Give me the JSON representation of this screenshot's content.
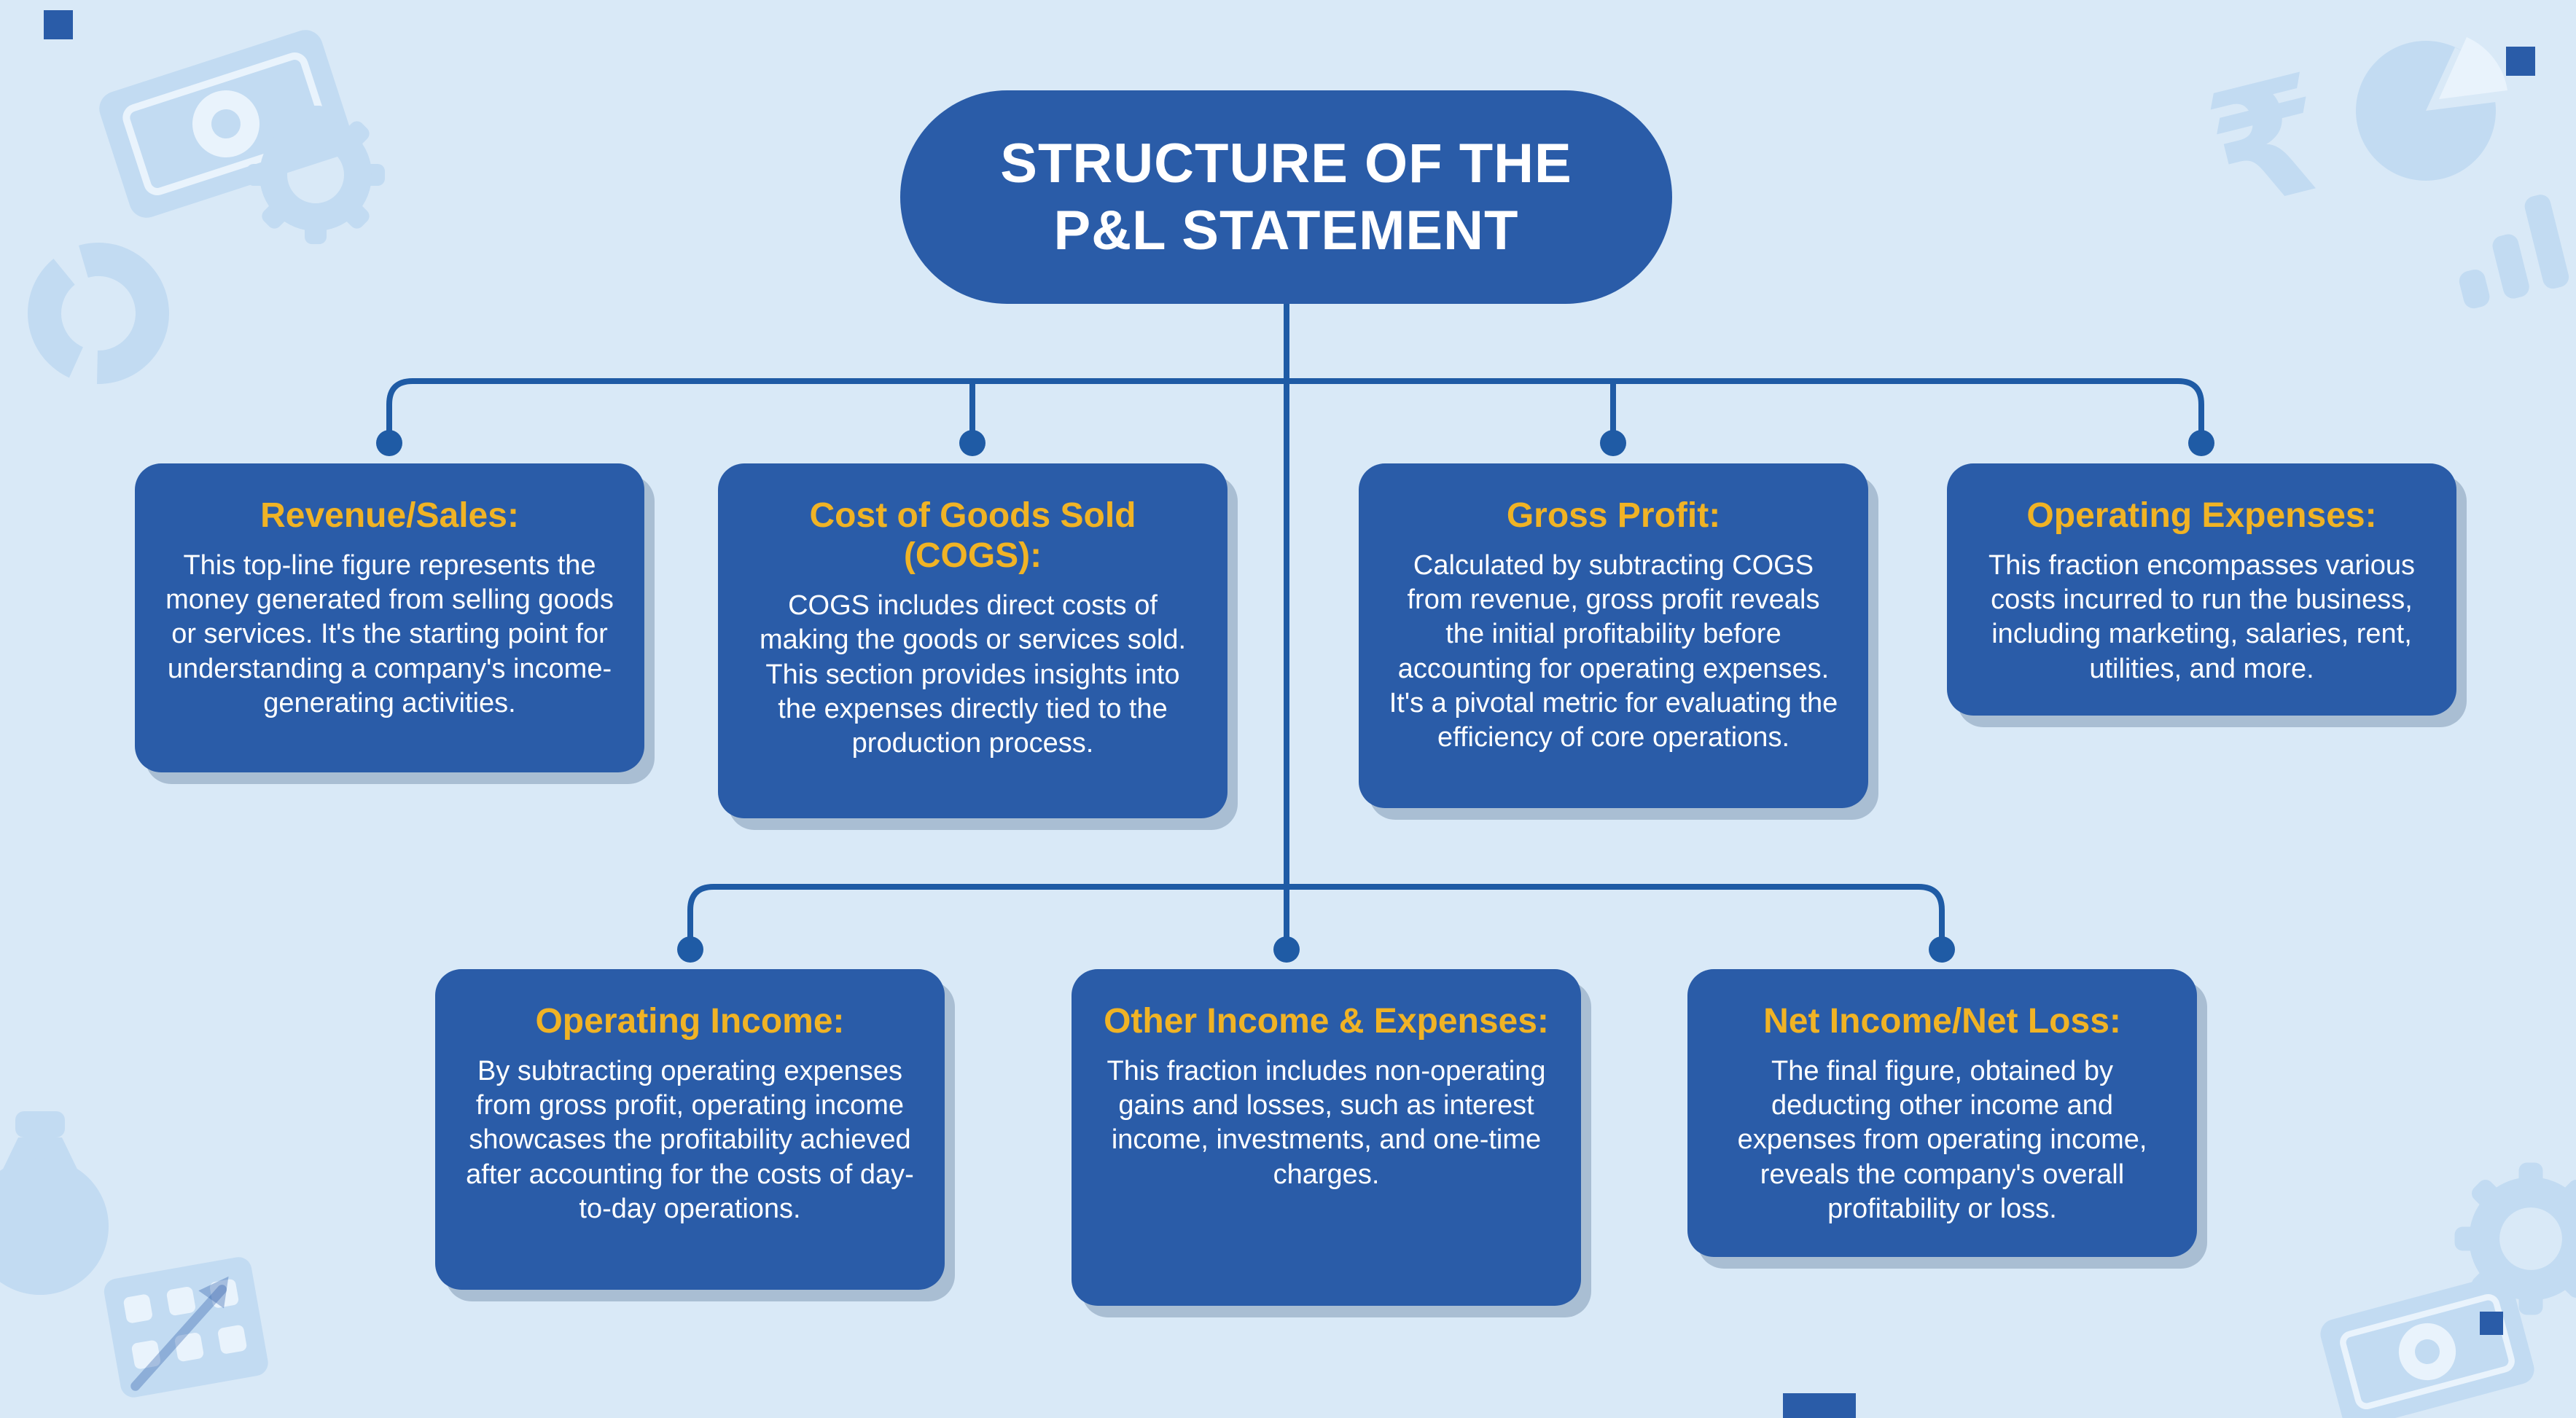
{
  "title": {
    "line1": "STRUCTURE OF THE",
    "line2": "P&L STATEMENT"
  },
  "nodes": [
    {
      "heading": "Revenue/Sales:",
      "body": "This top-line figure represents the money generated from selling goods or services. It's the starting point for understanding a company's income-generating activities."
    },
    {
      "heading": "Cost of Goods Sold (COGS):",
      "body": "COGS includes direct costs of making the goods or services sold. This section provides insights into the expenses directly tied to the production process."
    },
    {
      "heading": "Gross Profit:",
      "body": "Calculated by subtracting COGS from revenue, gross profit reveals the initial profitability before accounting for operating expenses. It's a pivotal metric for evaluating the efficiency of core operations."
    },
    {
      "heading": "Operating Expenses:",
      "body": "This fraction encompasses various costs incurred to run the business, including marketing, salaries, rent, utilities, and more."
    },
    {
      "heading": "Operating Income:",
      "body": "By subtracting operating expenses from gross profit, operating income showcases the profitability achieved after accounting for the costs of day-to-day operations."
    },
    {
      "heading": "Other Income & Expenses:",
      "body": "This fraction includes non-operating gains and losses, such as interest income, investments, and one-time charges."
    },
    {
      "heading": "Net Income/Net Loss:",
      "body": "The final figure, obtained by deducting other income and expenses from operating income, reveals the company's overall profitability or loss."
    }
  ],
  "colors": {
    "background": "#d9e9f7",
    "node_fill": "#2a5ca8",
    "heading_text": "#f0b325",
    "body_text": "#ffffff",
    "connector": "#1f5ba5",
    "decor": "#c2dbf2"
  }
}
